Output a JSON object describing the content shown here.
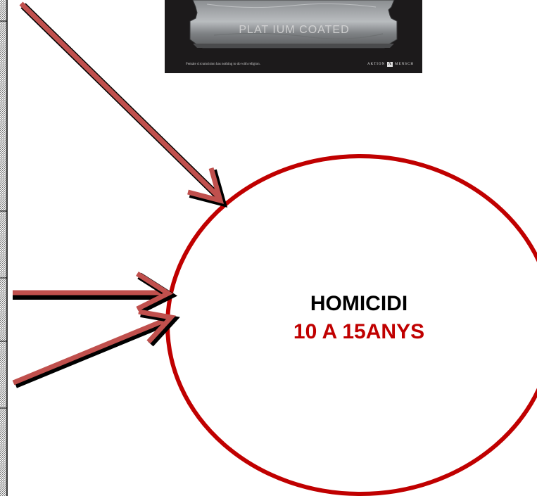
{
  "poster": {
    "caption": "PLAT  IUM COATED",
    "tagline": "Female circumcision has nothing to do with religion.",
    "brand_left": "AKTION",
    "brand_logo": "A",
    "brand_right": "MENSCH"
  },
  "circle": {
    "title": "HOMICIDI",
    "subtitle": "10 A 15ANYS"
  },
  "colors": {
    "arrow_fill": "#c0504d",
    "arrow_shadow": "#000000",
    "circle_stroke": "#c00000",
    "subtitle": "#c00000"
  },
  "icons": [
    "razor-blade-image",
    "arrow-icon"
  ]
}
